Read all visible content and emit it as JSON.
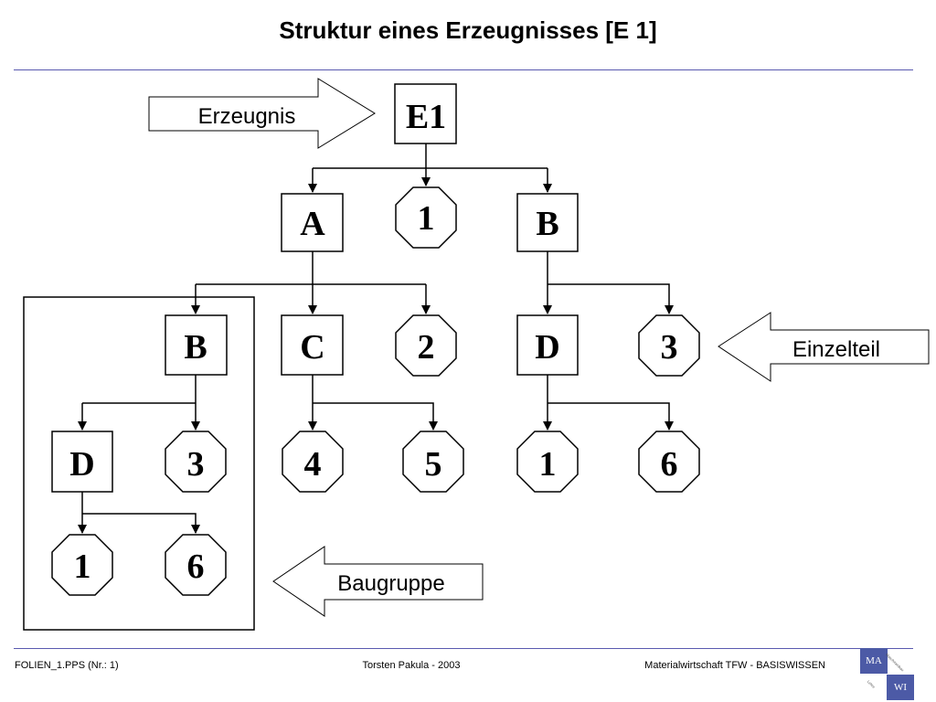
{
  "title": "Struktur eines Erzeugnisses  [E 1]",
  "labels": {
    "erzeugnis": "Erzeugnis",
    "einzelteil": "Einzelteil",
    "baugruppe": "Baugruppe"
  },
  "nodes": {
    "root": "E1",
    "level1": [
      "A",
      "1",
      "B"
    ],
    "level2": [
      "B",
      "C",
      "2",
      "D",
      "3"
    ],
    "level3": [
      "D",
      "3",
      "4",
      "5",
      "1",
      "6"
    ],
    "level4": [
      "1",
      "6"
    ]
  },
  "footer": {
    "left": "FOLIEN_1.PPS (Nr.: 1)",
    "center": "Torsten Pakula - 2003",
    "right": "Materialwirtschaft TFW - BASISWISSEN"
  },
  "logo": {
    "top": "MA",
    "bottom": "WI",
    "tiny1": "Maschinenbau",
    "tiny2": "Lehre"
  }
}
